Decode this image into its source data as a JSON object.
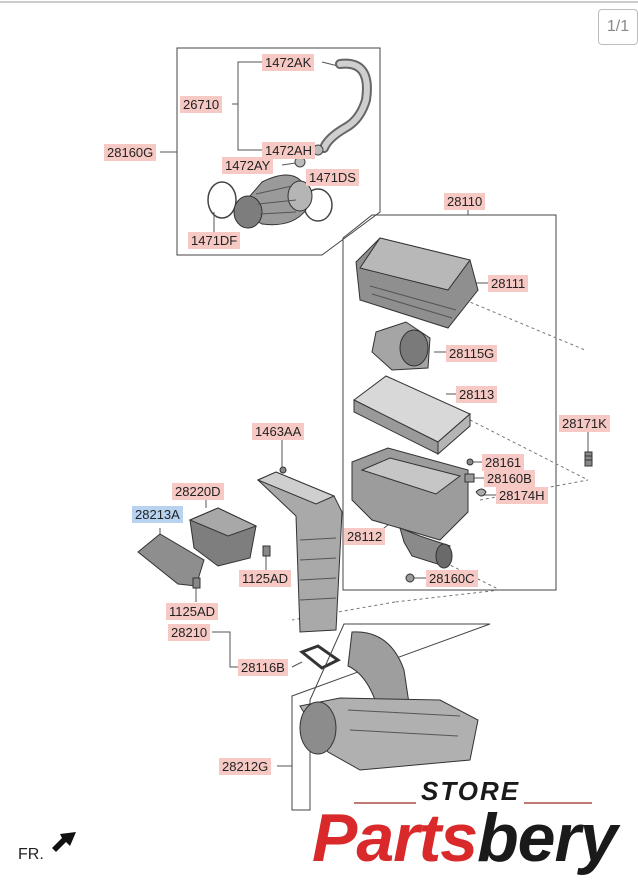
{
  "page_indicator": "1/1",
  "direction_marker": "FR.",
  "watermark": {
    "store": "STORE",
    "brand_primary": "Parts",
    "brand_accent": "bery",
    "brand_color": "#d9292a"
  },
  "colors": {
    "label_bg": "#f6c9c4",
    "label_highlight_bg": "#b8d3f0",
    "line": "#555555"
  },
  "part_labels": [
    {
      "id": "1472ak",
      "text": "1472AK"
    },
    {
      "id": "26710",
      "text": "26710"
    },
    {
      "id": "28160g",
      "text": "28160G"
    },
    {
      "id": "1472ah",
      "text": "1472AH"
    },
    {
      "id": "1472ay",
      "text": "1472AY"
    },
    {
      "id": "1471ds",
      "text": "1471DS"
    },
    {
      "id": "1471df",
      "text": "1471DF"
    },
    {
      "id": "28110",
      "text": "28110"
    },
    {
      "id": "28111",
      "text": "28111"
    },
    {
      "id": "28115g",
      "text": "28115G"
    },
    {
      "id": "28113",
      "text": "28113"
    },
    {
      "id": "28171k",
      "text": "28171K"
    },
    {
      "id": "1463aa",
      "text": "1463AA"
    },
    {
      "id": "28161",
      "text": "28161"
    },
    {
      "id": "28160b",
      "text": "28160B"
    },
    {
      "id": "28174h",
      "text": "28174H"
    },
    {
      "id": "28220d",
      "text": "28220D"
    },
    {
      "id": "28213a",
      "text": "28213A",
      "highlight": true
    },
    {
      "id": "28112",
      "text": "28112"
    },
    {
      "id": "1125ad-right",
      "text": "1125AD"
    },
    {
      "id": "28160c",
      "text": "28160C"
    },
    {
      "id": "1125ad-left",
      "text": "1125AD"
    },
    {
      "id": "28210",
      "text": "28210"
    },
    {
      "id": "28116b",
      "text": "28116B"
    },
    {
      "id": "28212g",
      "text": "28212G"
    }
  ]
}
